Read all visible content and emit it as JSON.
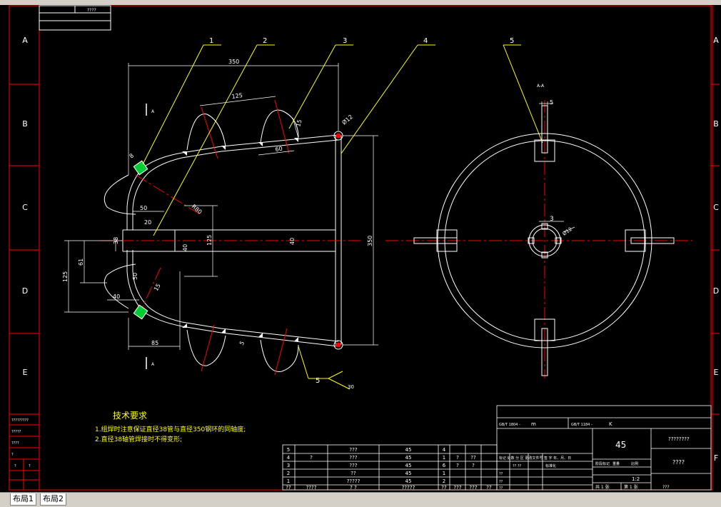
{
  "colors": {
    "frame": "#ff0000",
    "drawing": "#ffffff",
    "dimension": "#ffffff",
    "leader": "#ffff00",
    "centerline": "#ff0000",
    "weld": "#00ff00",
    "notes": "#ffff00"
  },
  "frame": {
    "zones_left": [
      "A",
      "B",
      "C",
      "D",
      "E"
    ],
    "zones_right": [
      "A",
      "B",
      "C",
      "D",
      "E",
      "F"
    ],
    "corner_label": "????",
    "side_labels": [
      "?????????",
      "?????",
      "????",
      "?",
      "?",
      "?"
    ]
  },
  "callouts": [
    "1",
    "2",
    "3",
    "4",
    "5"
  ],
  "section_marks": {
    "top": "A",
    "bottom": "A",
    "view": "A-A"
  },
  "dims": {
    "d350_top": "350",
    "d125": "125",
    "d15": "15",
    "d60": "60",
    "d12": "Ø12",
    "d8": "8",
    "dR80": "R80",
    "d50": "50",
    "d20": "20",
    "d38": "38",
    "d40": "40",
    "d125b": "125",
    "d350_right": "350",
    "d61": "61",
    "d125_left": "125",
    "d40_low": "40",
    "d85": "85",
    "d50_low": "50",
    "d15_low": "15",
    "d5": "5",
    "d5_view": "5",
    "d3": "3",
    "d12_view": "Ø12",
    "d30": "30"
  },
  "weld_symbol": "5",
  "notes": {
    "title": "技术要求",
    "line1": "1.组焊时注意保证直径38管与直径350钢环的同轴度;",
    "line2": "2.直径38轴管焊接时不得变形;"
  },
  "bom_rows": [
    [
      "5",
      "",
      "???",
      "45",
      "4",
      "",
      "",
      ""
    ],
    [
      "4",
      "?",
      "???",
      "45",
      "1",
      "?",
      "??",
      ""
    ],
    [
      "3",
      "",
      "???",
      "45",
      "6",
      "?",
      "?",
      ""
    ],
    [
      "2",
      "",
      "??",
      "45",
      "1",
      "",
      "",
      ""
    ],
    [
      "1",
      "",
      "?????",
      "45",
      "2",
      "",
      "",
      ""
    ],
    [
      "??",
      "????",
      "? ?",
      "?????",
      "??",
      "???",
      "???",
      "??"
    ]
  ],
  "title_block": {
    "std1": "GB/T 1804 -",
    "std1_val": "m",
    "std2": "GB/T 1184 -",
    "std2_val": "K",
    "material": "45",
    "drawing_name": "????????",
    "unit_name": "????",
    "designed": "??",
    "checked": "??",
    "approved": "??",
    "scale": "1:2",
    "sheet_total": "共 1 张",
    "sheet_no": "第 1 张",
    "version": "???",
    "row1": "标记  处数  分 区  更改文件号  签 字  年、月、日",
    "row2a": "?? ??",
    "row2b": "标准化",
    "stage_label": "阶段标记",
    "weight_label": "重量",
    "scale_label": "比例"
  },
  "layout_tabs": [
    "布局1",
    "布局2"
  ]
}
